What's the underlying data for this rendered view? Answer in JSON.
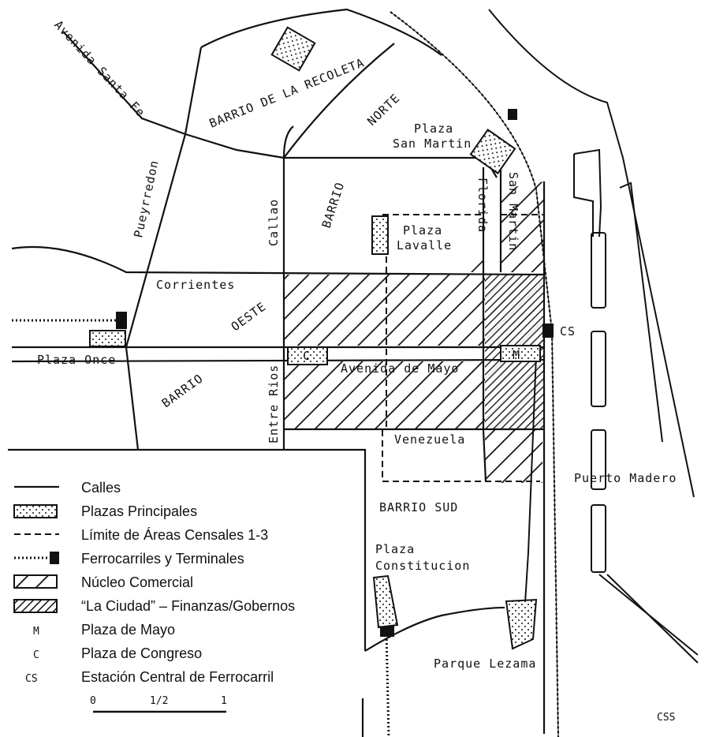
{
  "map": {
    "labels": {
      "av_santa_fe": "Avenida Santa Fe",
      "recoleta": "BARRIO DE LA RECOLETA",
      "norte": "NORTE",
      "plaza_san_martin": [
        "Plaza",
        "San Martin"
      ],
      "pueyrredon": "Pueyrredon",
      "callao": "Callao",
      "barrio_1": "BARRIO",
      "florida": "Florida",
      "san_martin": "San Martin",
      "plaza_lavalle": [
        "Plaza",
        "Lavalle"
      ],
      "corrientes": "Corrientes",
      "oeste": "OESTE",
      "cs": "CS",
      "plaza_once": "Plaza Once",
      "c_marker": "C",
      "m_marker": "M",
      "av_de_mayo": "Avenida de Mayo",
      "barrio_2": "BARRIO",
      "entre_rios": "Entre Rios",
      "venezuela": "Venezuela",
      "puerto_madero": "Puerto Madero",
      "barrio_sud": "BARRIO SUD",
      "plaza_constitucion": [
        "Plaza",
        "Constitucion"
      ],
      "parque_lezama": "Parque Lezama",
      "credit": "CSS"
    },
    "legend": [
      {
        "symbol": "line",
        "label": "Calles"
      },
      {
        "symbol": "plaza",
        "label": "Plazas Principales"
      },
      {
        "symbol": "dashed",
        "label": "Límite de Áreas Censales 1-3"
      },
      {
        "symbol": "railway",
        "label": "Ferrocarriles y Terminales"
      },
      {
        "symbol": "hatch-wide",
        "label": "Núcleo Comercial"
      },
      {
        "symbol": "hatch-dense",
        "label": "“La Ciudad” – Finanzas/Gobernos"
      },
      {
        "symbol": "M",
        "label": "Plaza de Mayo"
      },
      {
        "symbol": "C",
        "label": "Plaza de Congreso"
      },
      {
        "symbol": "CS",
        "label": "Estación Central de Ferrocarril"
      }
    ],
    "scale": {
      "ticks": [
        "0",
        "1/2",
        "1"
      ]
    }
  }
}
